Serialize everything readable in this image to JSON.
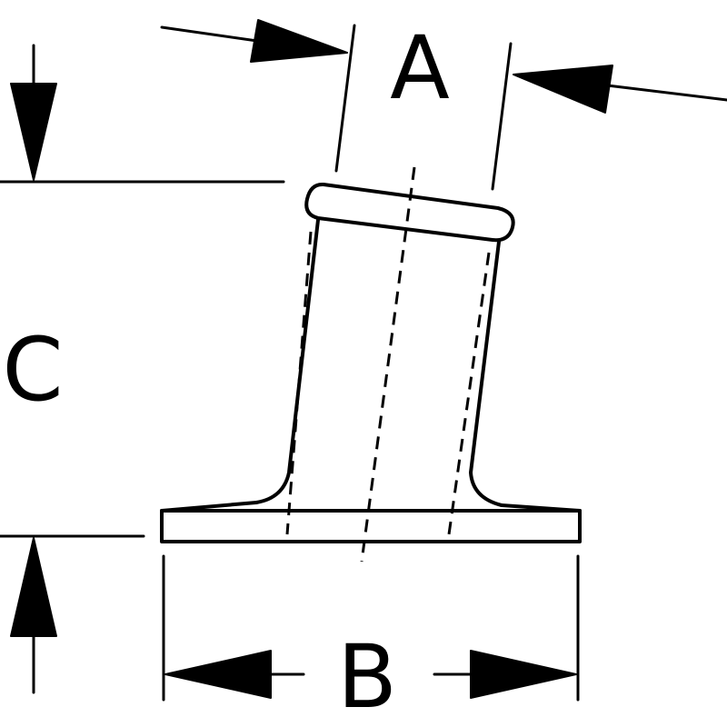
{
  "dimensions": {
    "a": "A",
    "b": "B",
    "c": "C"
  },
  "colors": {
    "ink": "#000000",
    "paper": "#ffffff"
  }
}
